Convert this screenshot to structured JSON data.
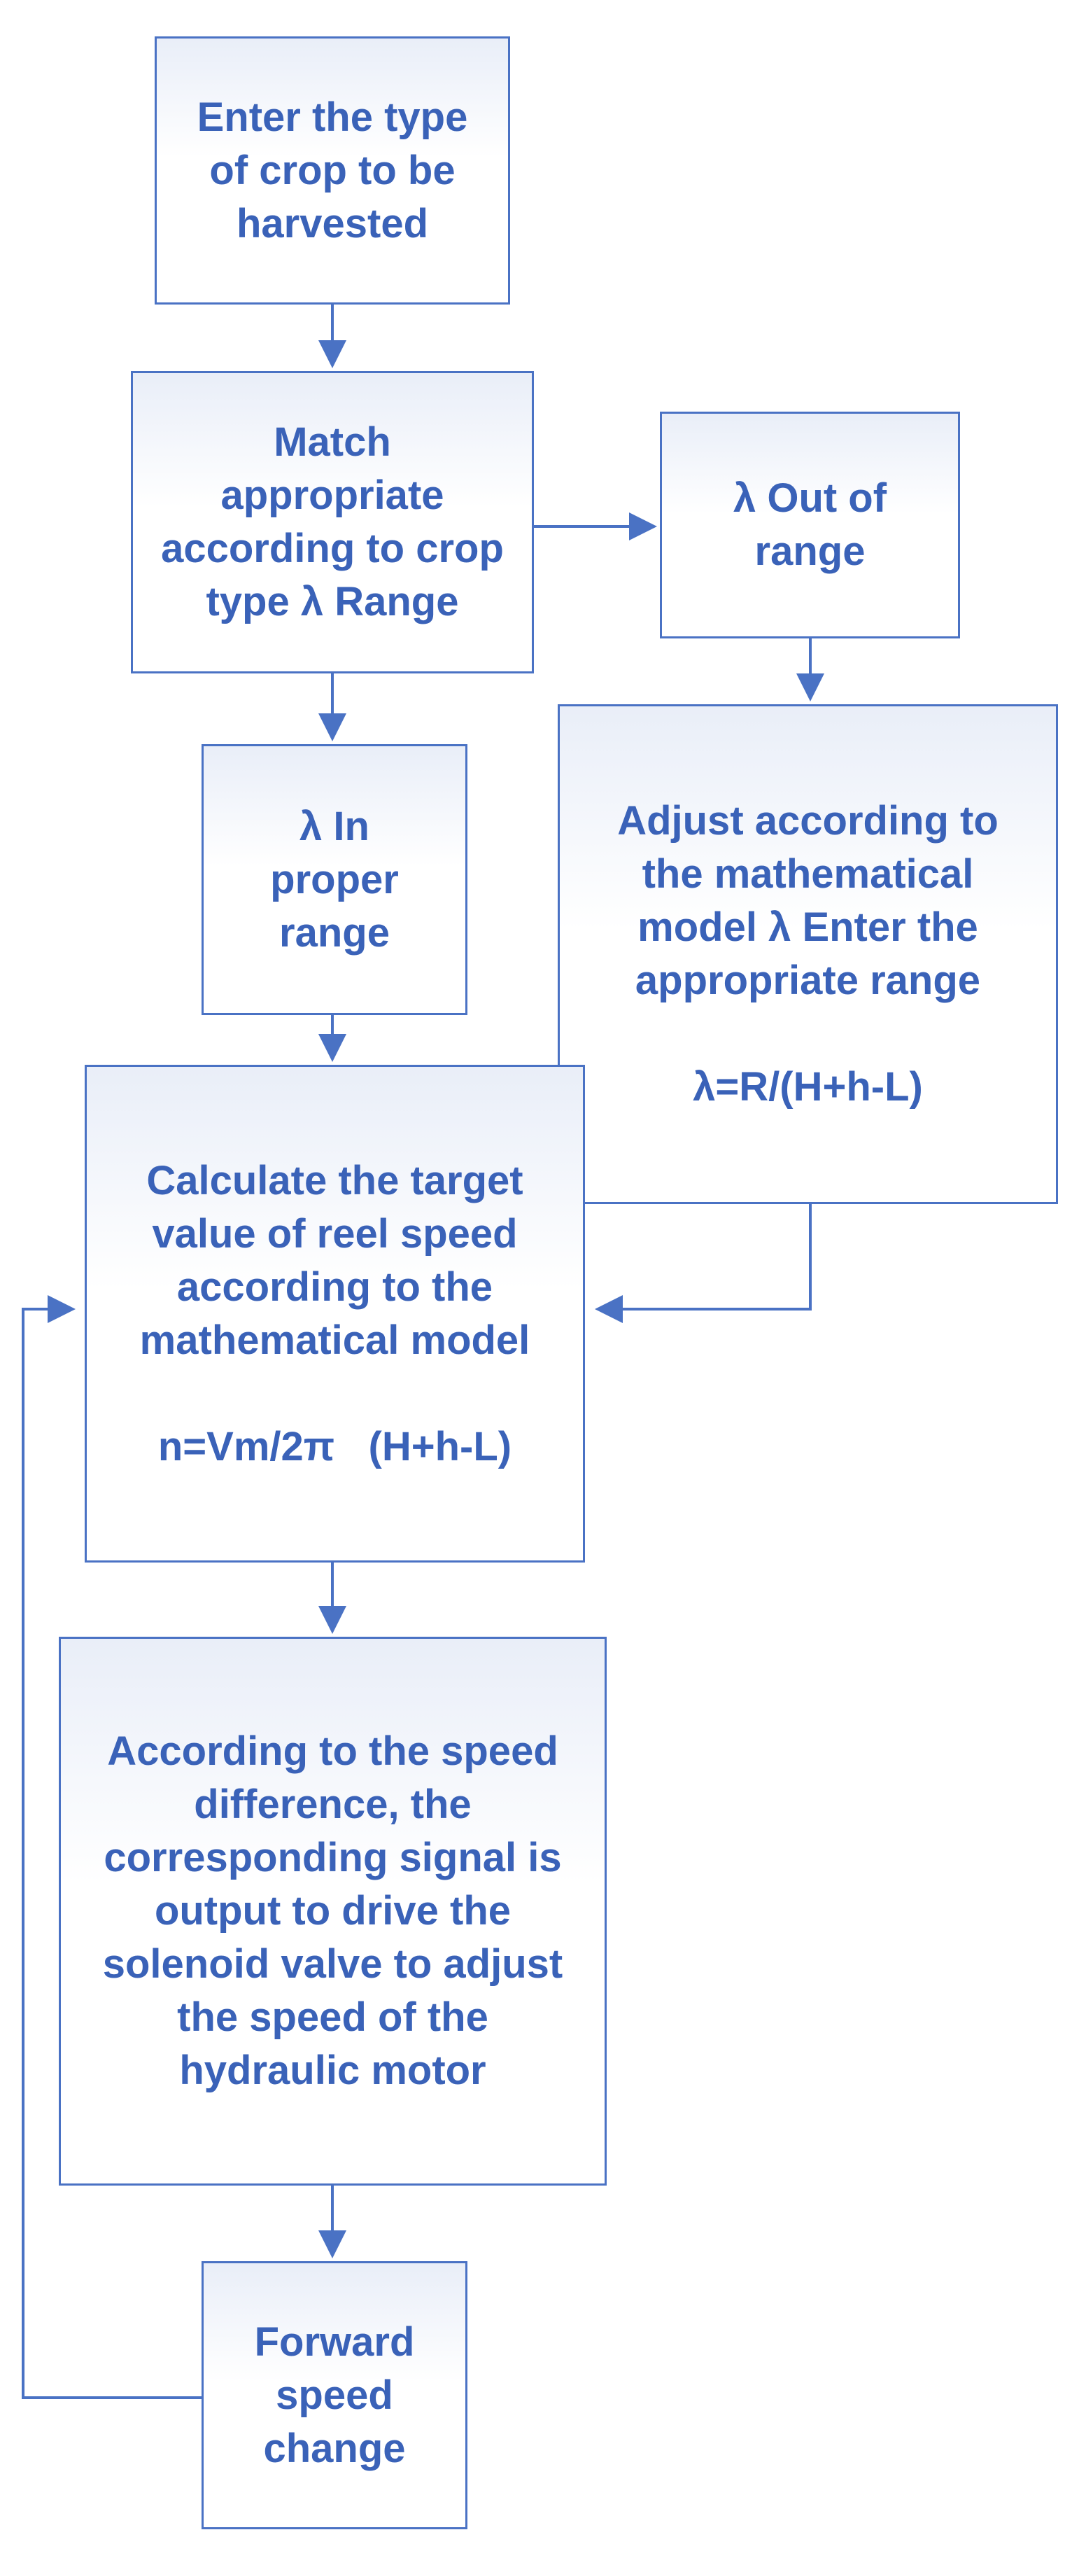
{
  "flowchart": {
    "nodes": {
      "enter_crop": {
        "text": "Enter the type\nof crop to be\nharvested"
      },
      "match_range": {
        "text": "Match\nappropriate\naccording to crop\ntype  λ  Range"
      },
      "out_of_range": {
        "text": "λ  Out of\nrange"
      },
      "in_range": {
        "text": "λ  In\nproper\nrange"
      },
      "adjust_model": {
        "text": "Adjust according to\nthe mathematical\nmodel  λ Enter the\nappropriate range",
        "formula": "λ=R/(H+h-L)"
      },
      "calc_target": {
        "text": "Calculate the target\nvalue of reel speed\naccording to the\nmathematical model",
        "formula": "n=Vm/2π   (H+h-L)"
      },
      "drive_valve": {
        "text": "According to the speed\ndifference, the\ncorresponding signal is\noutput to drive the\nsolenoid valve to adjust\nthe speed of the\nhydraulic motor"
      },
      "forward_speed": {
        "text": "Forward\nspeed\nchange"
      }
    },
    "colors": {
      "stroke": "#4a72c4",
      "text": "#3a62b8",
      "fill_top": "#e9eef8"
    }
  }
}
